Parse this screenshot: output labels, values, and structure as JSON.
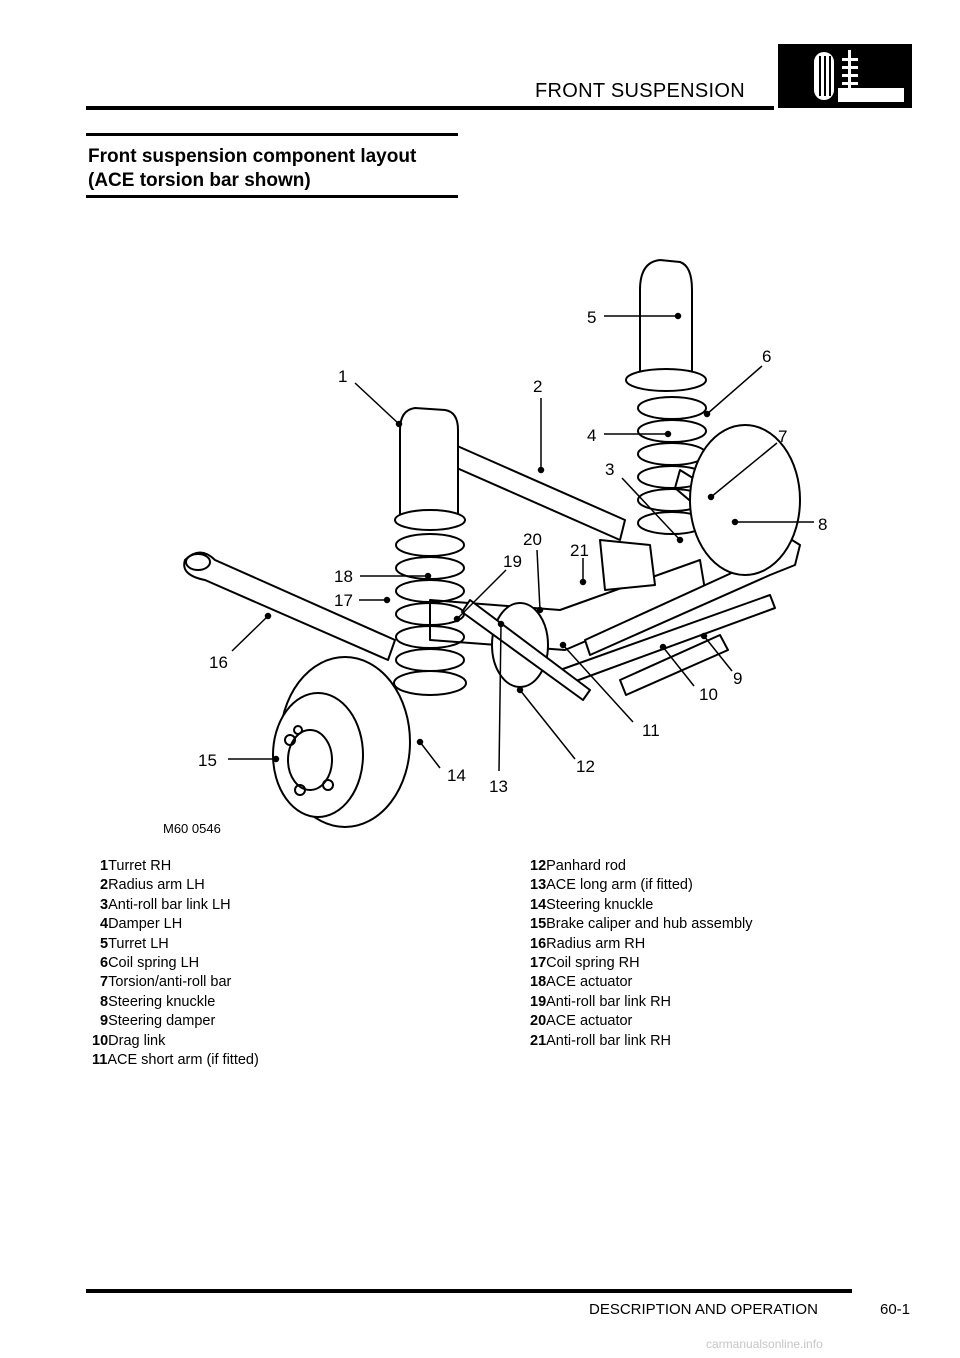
{
  "header": {
    "section_title": "FRONT SUSPENSION",
    "badge_icon": "suspension-icon"
  },
  "heading": {
    "line1": "Front suspension component layout",
    "line2": "(ACE torsion bar shown)"
  },
  "figure": {
    "code": "M60 0546",
    "callouts": [
      "1",
      "2",
      "3",
      "4",
      "5",
      "6",
      "7",
      "8",
      "9",
      "10",
      "11",
      "12",
      "13",
      "14",
      "15",
      "16",
      "17",
      "18",
      "19",
      "20",
      "21"
    ]
  },
  "legend_left": [
    {
      "num": "1",
      "text": "Turret RH"
    },
    {
      "num": "2",
      "text": "Radius arm LH"
    },
    {
      "num": "3",
      "text": "Anti-roll bar link LH"
    },
    {
      "num": "4",
      "text": "Damper LH"
    },
    {
      "num": "5",
      "text": "Turret LH"
    },
    {
      "num": "6",
      "text": "Coil spring LH"
    },
    {
      "num": "7",
      "text": "Torsion/anti-roll bar"
    },
    {
      "num": "8",
      "text": "Steering knuckle"
    },
    {
      "num": "9",
      "text": "Steering damper"
    },
    {
      "num": "10",
      "text": "Drag link"
    },
    {
      "num": "11",
      "text": "ACE short arm (if fitted)"
    }
  ],
  "legend_right": [
    {
      "num": "12",
      "text": "Panhard rod"
    },
    {
      "num": "13",
      "text": "ACE long arm (if fitted)"
    },
    {
      "num": "14",
      "text": "Steering knuckle"
    },
    {
      "num": "15",
      "text": "Brake caliper and hub assembly"
    },
    {
      "num": "16",
      "text": "Radius arm RH"
    },
    {
      "num": "17",
      "text": "Coil spring RH"
    },
    {
      "num": "18",
      "text": "ACE actuator"
    },
    {
      "num": "19",
      "text": "Anti-roll bar link RH"
    },
    {
      "num": "20",
      "text": "ACE actuator"
    },
    {
      "num": "21",
      "text": "Anti-roll bar link RH"
    }
  ],
  "footer": {
    "section": "DESCRIPTION AND OPERATION",
    "page": "60-1"
  },
  "watermark": "carmanualsonline.info"
}
